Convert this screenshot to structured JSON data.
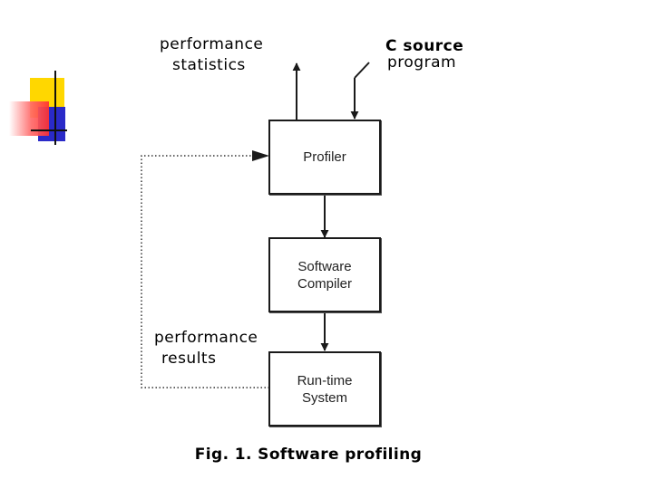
{
  "colors": {
    "yellow": "#ffd700",
    "blue": "#2a2ac8",
    "red": "#ff4040",
    "line": "#1a1a1a"
  },
  "diagram": {
    "labels": {
      "perf_stats_line1": "performance",
      "perf_stats_line2": "statistics",
      "c_source_line1": "C source",
      "c_source_line2": "program",
      "perf_results_line1": "performance",
      "perf_results_line2": "results"
    },
    "boxes": {
      "profiler": {
        "line1": "Profiler"
      },
      "compiler": {
        "line1": "Software",
        "line2": "Compiler"
      },
      "runtime": {
        "line1": "Run-time",
        "line2": "System"
      }
    },
    "caption": "Fig. 1. Software profiling"
  }
}
